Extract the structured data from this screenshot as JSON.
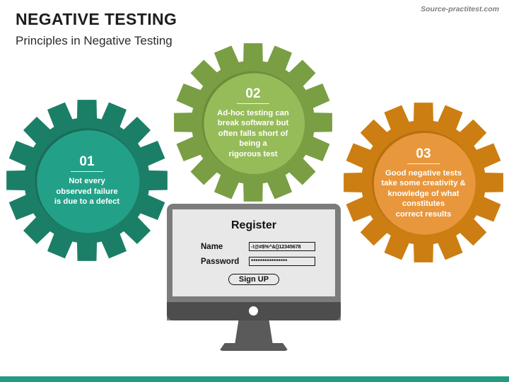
{
  "header": {
    "title": "NEGATIVE TESTING",
    "subtitle": "Principles in Negative Testing",
    "source": "Source-practitest.com"
  },
  "gears": [
    {
      "number": "01",
      "body": "Not every\nobserved failure\nis due to a defect",
      "outer_color": "#1B7F67",
      "inner_color": "#23A188"
    },
    {
      "number": "02",
      "body": "Ad-hoc testing can\nbreak software but\noften falls short of\nbeing a\nrigorous test",
      "outer_color": "#7A9E43",
      "inner_color": "#96BC5A"
    },
    {
      "number": "03",
      "body": "Good negative tests\ntake some creativity &\nknowledge of what\nconstitutes\ncorrect results",
      "outer_color": "#CC7E12",
      "inner_color": "#E8973C"
    }
  ],
  "monitor": {
    "form": {
      "title": "Register",
      "fields": [
        {
          "label": "Name",
          "value": "-!@#$%^&()12345678",
          "placeholder": ""
        },
        {
          "label": "Password",
          "value": "****************",
          "placeholder": ""
        }
      ],
      "submit_label": "Sign UP"
    }
  },
  "footer": {
    "accent_color": "#229b80"
  }
}
